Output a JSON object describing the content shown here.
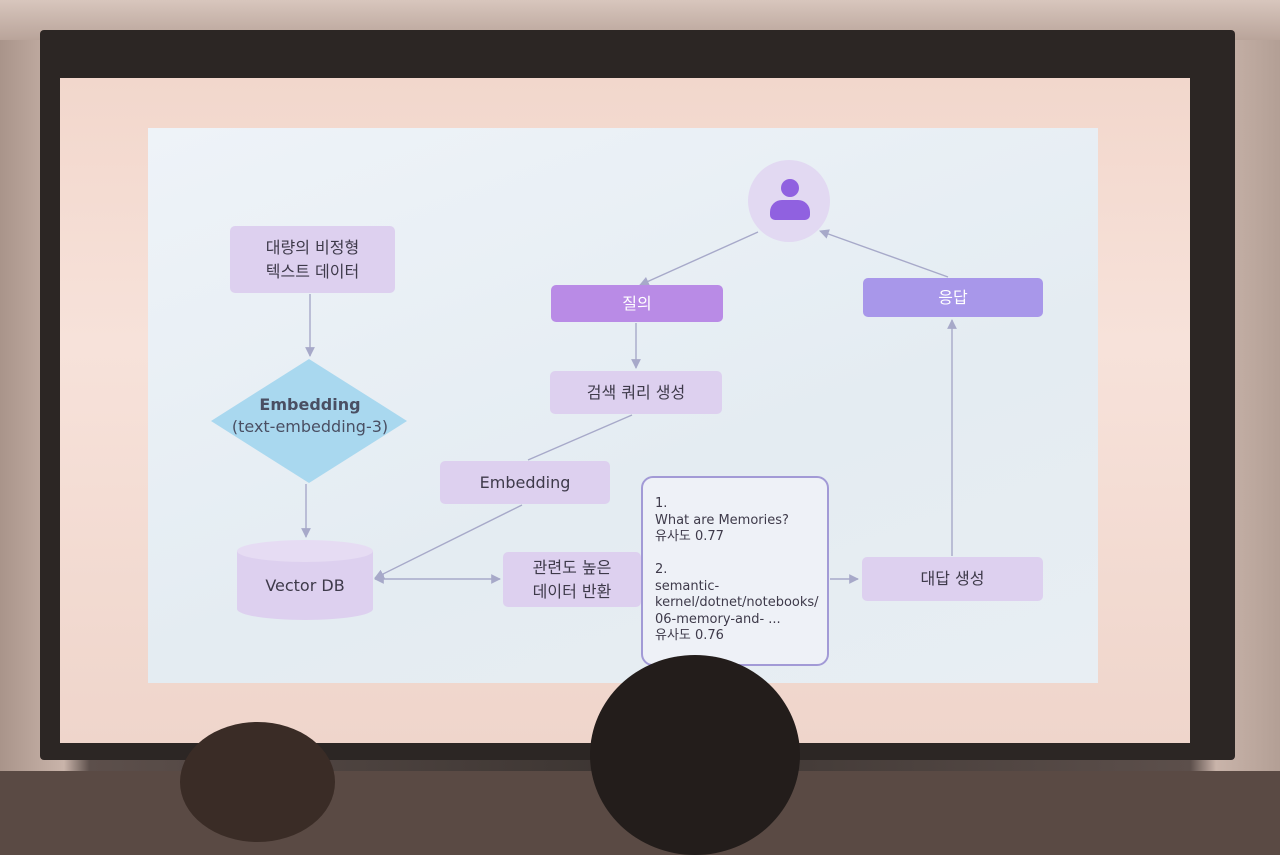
{
  "nodes": {
    "bulk_text": "대량의 비정형\n텍스트 데이터",
    "embedding_model_bold": "Embedding",
    "embedding_model_sub": "(text-embedding-3)",
    "vector_db": "Vector DB",
    "query": "질의",
    "search_query_gen": "검색 쿼리 생성",
    "embedding": "Embedding",
    "relevant_data": "관련도 높은\n데이터 반환",
    "answer_gen": "대답 생성",
    "response": "응답"
  },
  "memory_results": {
    "item1": "1.\nWhat are Memories?\n유사도 0.77",
    "item2": "2.\nsemantic-\nkernel/dotnet/notebooks/\n06-memory-and- ...\n유사도 0.76"
  },
  "colors": {
    "pale_box": "#ddd0ef",
    "strong_box": "#b98be6",
    "response_box": "#a897ea",
    "diamond": "#a9d8ef",
    "cylinder": "#ddd0ef",
    "arrow": "#a7a9c9",
    "user_icon": "#9061e0"
  },
  "icons": {
    "user": "user-avatar-icon"
  }
}
